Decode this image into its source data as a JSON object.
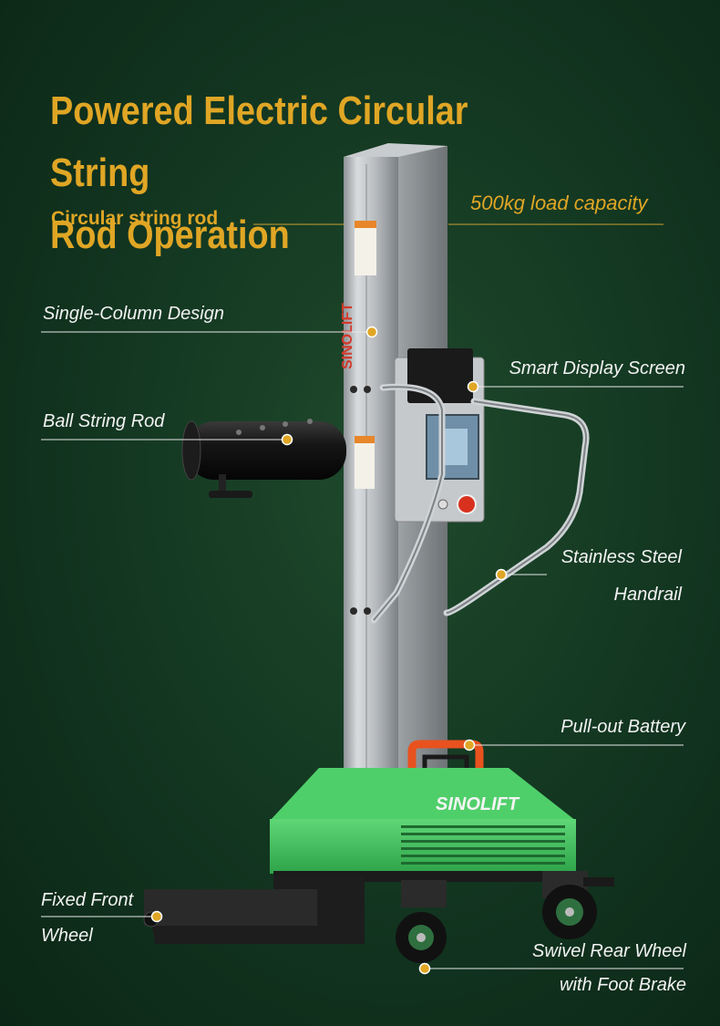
{
  "headline": {
    "line1": "Powered Electric Circular String",
    "line2": "Rod Operation",
    "subtitle": "Circular string rod",
    "load_capacity": "500kg load capacity"
  },
  "product": {
    "brand": "SINOLIFT",
    "colors": {
      "accent_gold": "#e0a625",
      "base_green": "#3ec25a",
      "background": "#123520",
      "handle_orange": "#e8521f",
      "estop_red": "#d8321f"
    }
  },
  "callouts": {
    "single_column": "Single-Column Design",
    "smart_display": "Smart Display Screen",
    "ball_string_rod": "Ball String Rod",
    "handrail_line1": "Stainless Steel",
    "handrail_line2": "Handrail",
    "battery": "Pull-out Battery",
    "front_wheel_line1": "Fixed Front",
    "front_wheel_line2": "Wheel",
    "rear_wheel_line1": "Swivel Rear Wheel",
    "rear_wheel_line2": "with Foot Brake"
  }
}
